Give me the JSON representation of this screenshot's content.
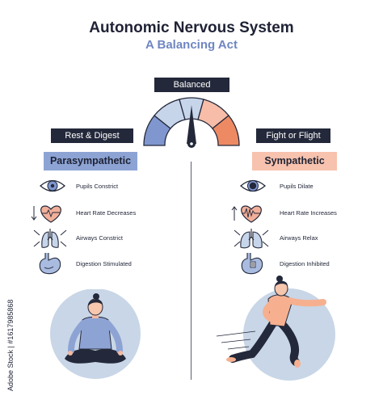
{
  "header": {
    "title": "Autonomic Nervous System",
    "subtitle": "A Balancing Act"
  },
  "gauge": {
    "label": "Balanced",
    "segment_colors": [
      "#7f96cf",
      "#c7d5ea",
      "#c7d5ea",
      "#f7bda8",
      "#ee8a63"
    ],
    "needle_color": "#23283a"
  },
  "left": {
    "tag": "Rest & Digest",
    "title": "Parasympathetic",
    "accent": "#8da3d4",
    "effects": [
      {
        "icon": "eye-icon",
        "text": "Pupils Constrict"
      },
      {
        "icon": "heart-icon",
        "text": "Heart Rate Decreases"
      },
      {
        "icon": "lungs-icon",
        "text": "Airways Constrict"
      },
      {
        "icon": "stomach-icon",
        "text": "Digestion Stimulated"
      }
    ],
    "figure": "meditating-person-illustration"
  },
  "right": {
    "tag": "Fight or Flight",
    "title": "Sympathetic",
    "accent": "#f7c2ae",
    "effects": [
      {
        "icon": "eye-icon",
        "text": "Pupils Dilate"
      },
      {
        "icon": "heart-icon",
        "text": "Heart Rate Increases"
      },
      {
        "icon": "lungs-icon",
        "text": "Airways Relax"
      },
      {
        "icon": "stomach-icon",
        "text": "Digestion Inhibited"
      }
    ],
    "figure": "running-person-illustration"
  },
  "watermark": {
    "text": "Adobe Stock | #1617985868"
  }
}
